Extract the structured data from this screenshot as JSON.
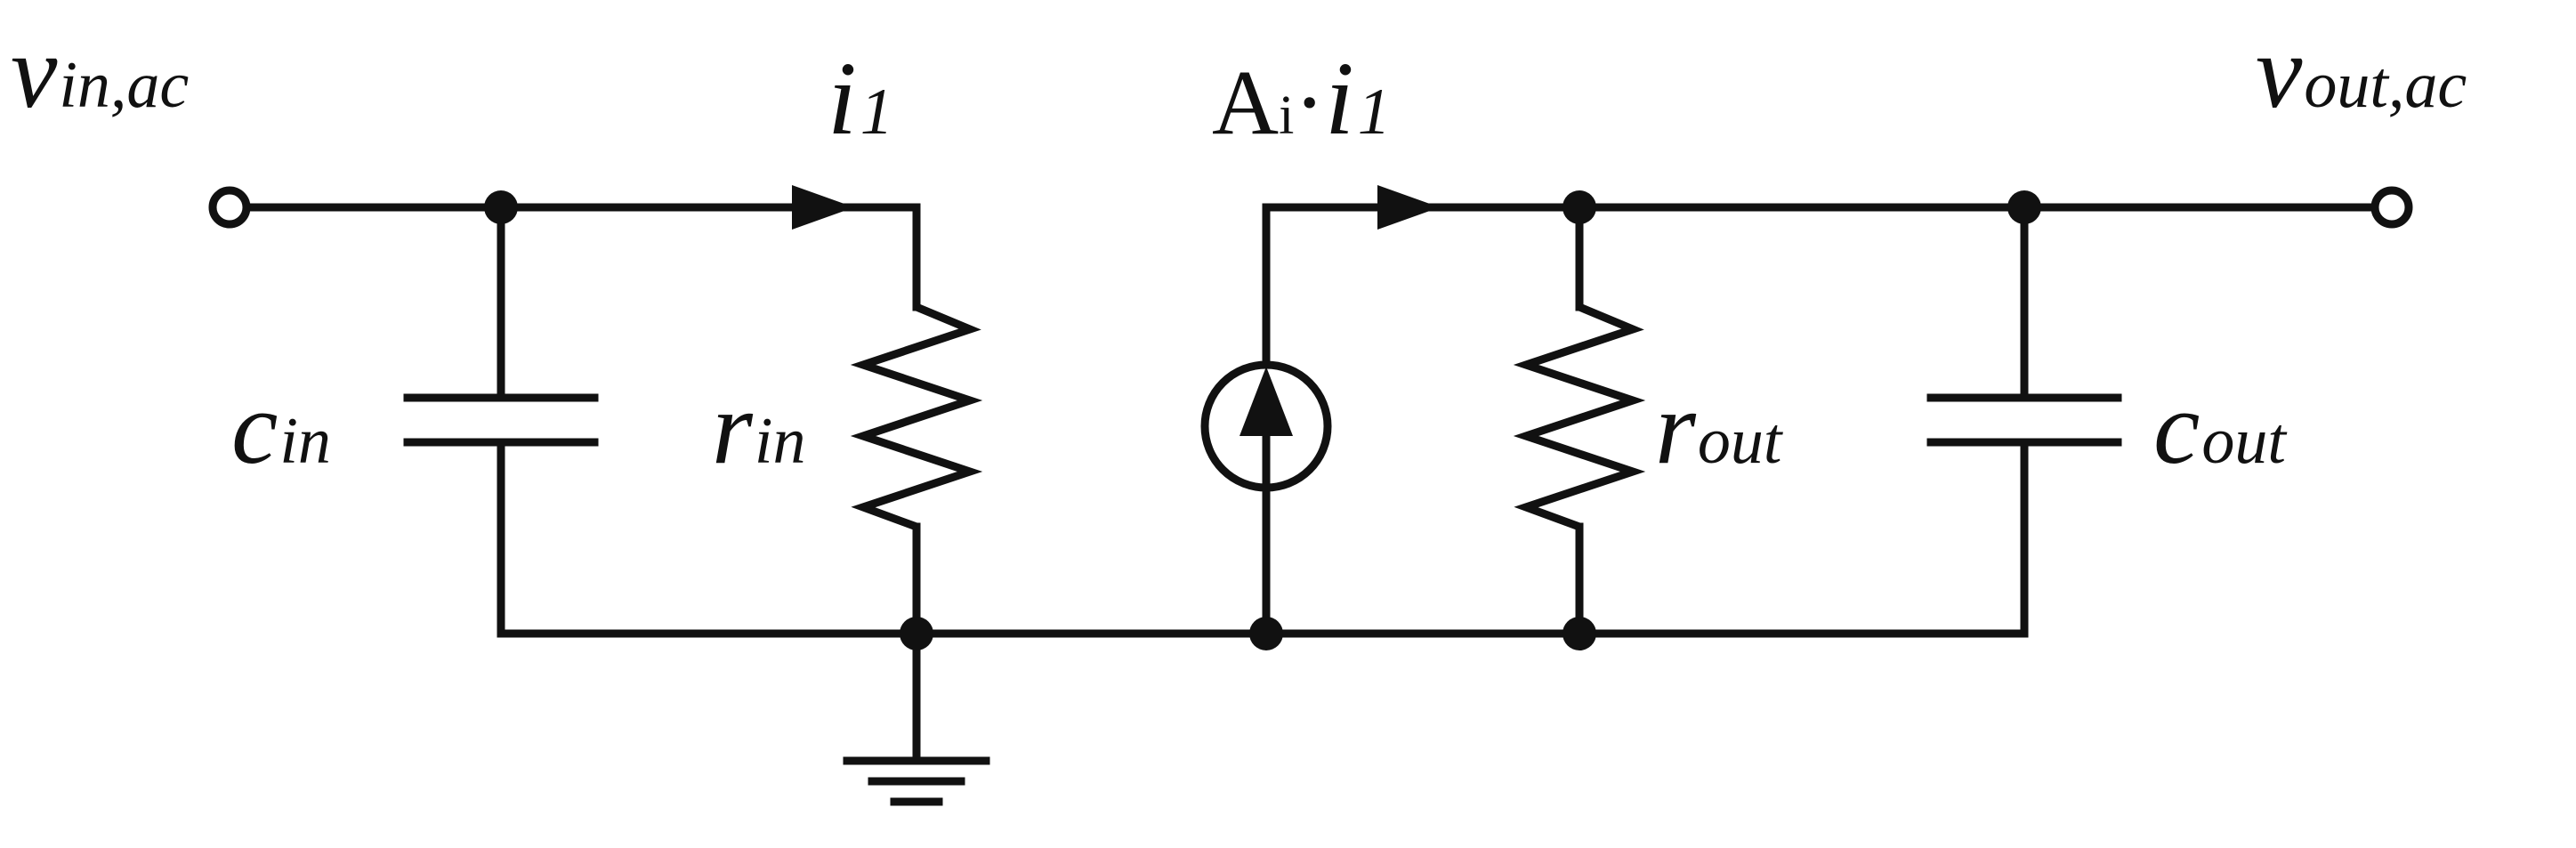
{
  "labels": {
    "vin": {
      "main": "v",
      "sub": "in,ac"
    },
    "vout": {
      "main": "v",
      "sub": "out,ac"
    },
    "i1": {
      "main": "i",
      "sub": "1"
    },
    "ai": {
      "prefix": "A",
      "prefix_sub": "i",
      "dot": "·",
      "main": "i",
      "sub": "1"
    },
    "cin": {
      "main": "c",
      "sub": "in"
    },
    "rin": {
      "main": "r",
      "sub": "in"
    },
    "rout": {
      "main": "r",
      "sub": "out"
    },
    "cout": {
      "main": "c",
      "sub": "out"
    }
  },
  "colors": {
    "ink": "#111111",
    "background": "#ffffff"
  }
}
